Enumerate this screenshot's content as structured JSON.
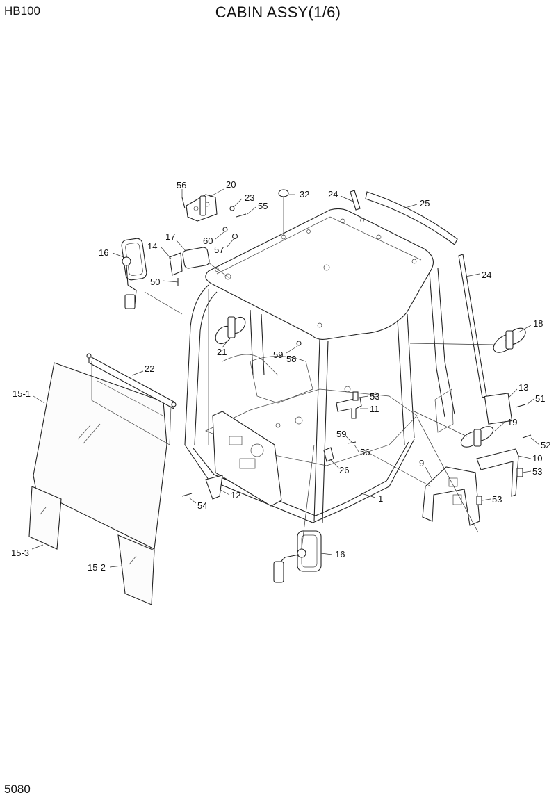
{
  "header": {
    "model": "HB100",
    "title": "CABIN ASSY(1/6)"
  },
  "footer": {
    "page_number": "5080"
  },
  "callouts": {
    "c56a": "56",
    "c20": "20",
    "c23": "23",
    "c55": "55",
    "c32": "32",
    "c24a": "24",
    "c25": "25",
    "c17": "17",
    "c16a": "16",
    "c14": "14",
    "c60": "60",
    "c57": "57",
    "c50": "50",
    "c24b": "24",
    "c18": "18",
    "c21": "21",
    "c59a": "59",
    "c58": "58",
    "c22": "22",
    "c15_1": "15-1",
    "c13": "13",
    "c53a": "53",
    "c11": "11",
    "c51": "51",
    "c19": "19",
    "c52": "52",
    "c59b": "59",
    "c56b": "56",
    "c10": "10",
    "c9": "9",
    "c26": "26",
    "c53b": "53",
    "c12": "12",
    "c1": "1",
    "c53c": "53",
    "c54": "54",
    "c15_3": "15-3",
    "c16b": "16",
    "c15_2": "15-2"
  }
}
